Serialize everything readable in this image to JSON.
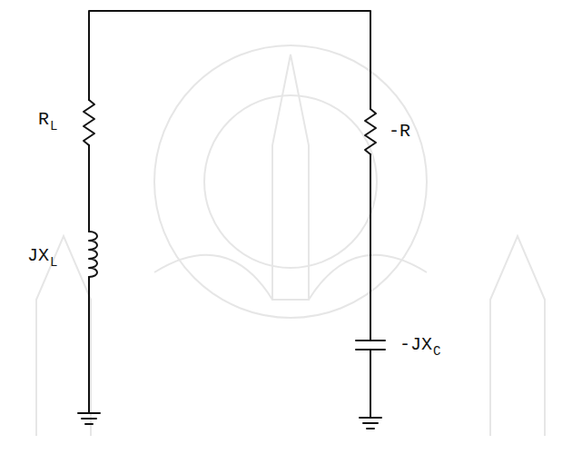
{
  "diagram": {
    "labels": [
      "R",
      "L",
      "JX",
      "L",
      "-R",
      "-JX",
      "C"
    ]
  }
}
